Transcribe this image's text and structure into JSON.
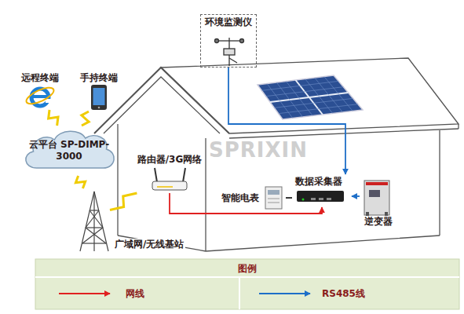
{
  "diagram": {
    "nodes": [
      {
        "text": [
          "环境监测仪"
        ]
      },
      {
        "text": [
          "远程终端"
        ]
      },
      {
        "text": [
          "手持终端"
        ]
      },
      {
        "text": [
          "云平台 SP-DIMP-3000"
        ]
      },
      {
        "text": [
          "路由器/3G网络"
        ]
      },
      {
        "text": [
          "数据采集器"
        ]
      },
      {
        "text": [
          "智能电表"
        ]
      },
      {
        "text": [
          "逆变器"
        ]
      },
      {
        "text": [
          "广域网/无线基站"
        ]
      }
    ],
    "edges": [
      {
        "from": 3,
        "to": 1,
        "arrow": "none"
      },
      {
        "from": 3,
        "to": 2,
        "arrow": "none"
      },
      {
        "from": 3,
        "to": 8,
        "arrow": "none"
      },
      {
        "from": 8,
        "to": 4,
        "arrow": "none"
      },
      {
        "from": 4,
        "to": 5,
        "arrow": "to"
      },
      {
        "from": 6,
        "to": 5,
        "arrow": "none"
      },
      {
        "from": 0,
        "to": 5,
        "arrow": "to"
      },
      {
        "from": 7,
        "to": 5,
        "arrow": "to"
      }
    ],
    "labels": [
      "图例",
      "SPRIXIN"
    ],
    "legend": [
      {
        "text": "网线"
      },
      {
        "text": "RS485线"
      }
    ]
  }
}
